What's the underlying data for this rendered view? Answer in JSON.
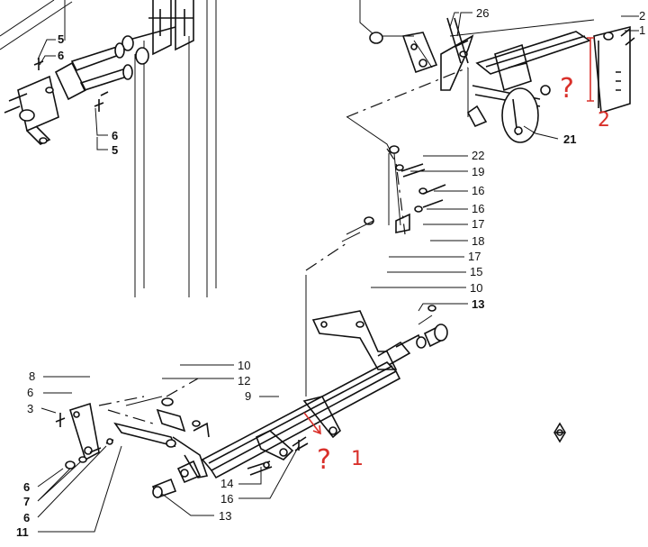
{
  "callouts": {
    "c26": "26",
    "c2": "2",
    "c1": "1",
    "c5a": "5",
    "c6a": "6",
    "c6b": "6",
    "c5b": "5",
    "c21": "21",
    "c22": "22",
    "c19": "19",
    "c16a": "16",
    "c16b": "16",
    "c17a": "17",
    "c18": "18",
    "c17b": "17",
    "c15": "15",
    "c10a": "10",
    "c13a": "13",
    "c8": "8",
    "c10b": "10",
    "c6c": "6",
    "c12": "12",
    "c3": "3",
    "c9": "9",
    "c6d": "6",
    "c7": "7",
    "c6e": "6",
    "c11": "11",
    "c14": "14",
    "c16c": "16",
    "c13b": "13"
  },
  "annotations": {
    "top_right": "?",
    "top_right_num": "2",
    "bottom_center": "?",
    "bottom_center_num": "1"
  },
  "colors": {
    "ink": "#111111",
    "annotation": "#d9302a"
  }
}
